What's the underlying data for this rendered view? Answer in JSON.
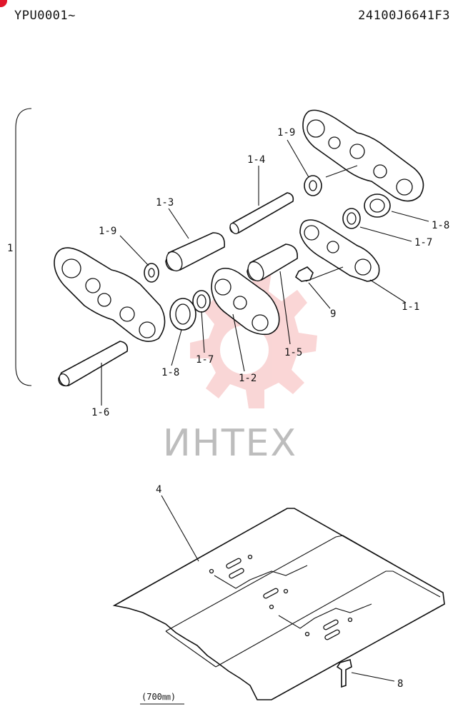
{
  "header": {
    "serial_range": "YPU0001~",
    "part_number": "24100J6641F3"
  },
  "watermark": {
    "text": "ИНТЕХ",
    "color": "#f5b5b5"
  },
  "accent_color": "#e0162b",
  "callouts": {
    "assembly": "1",
    "link_right": "1-1",
    "link_left": "1-2",
    "bushing": "1-3",
    "pin": "1-4",
    "bushing_short": "1-5",
    "master_pin": "1-6",
    "seal_left": "1-7",
    "seal_right": "1-7",
    "spacer_left": "1-8",
    "spacer_right": "1-8",
    "washer_left": "1-9",
    "washer_right": "1-9",
    "shoe": "4",
    "bolt": "8",
    "nut": "9"
  },
  "shoe_width": "(700㎜)"
}
